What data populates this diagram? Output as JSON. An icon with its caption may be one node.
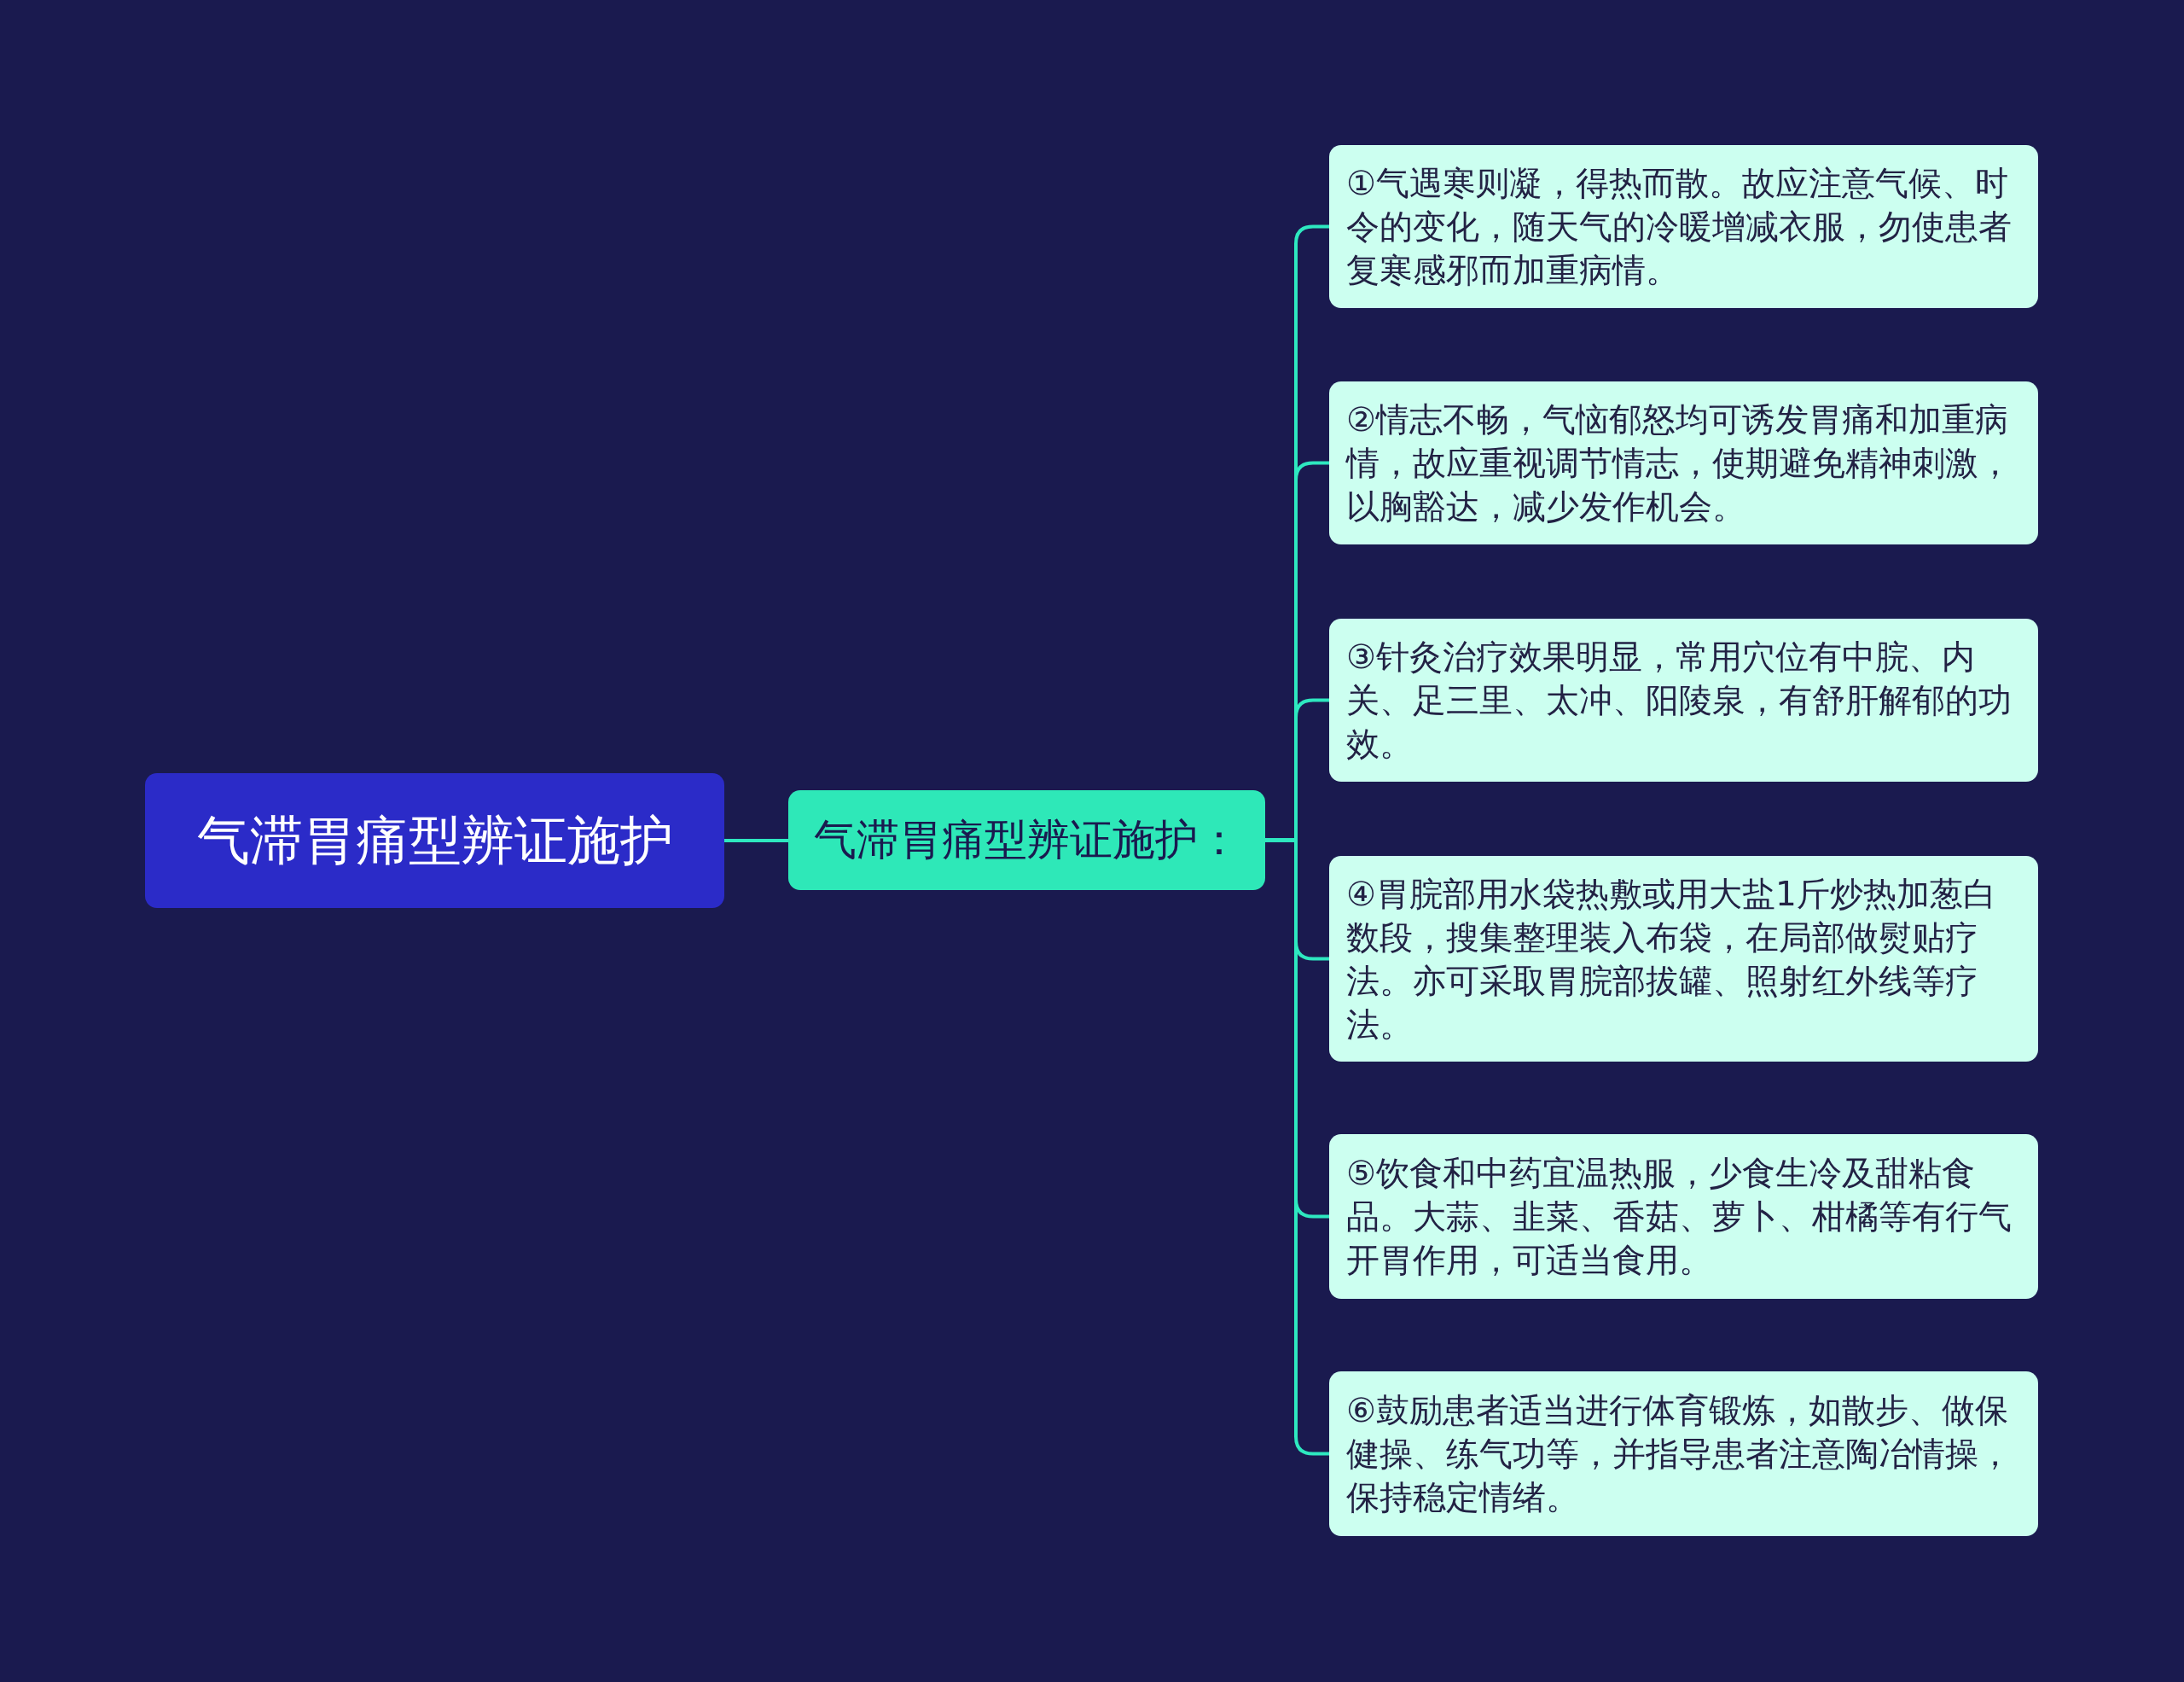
{
  "diagram": {
    "nodes": [
      {
        "text": [
          "气滞胃痛型辨证施护"
        ]
      },
      {
        "text": [
          "气滞胃痛型辨证施护："
        ]
      },
      {
        "text": [
          "①气遇寒则凝，得热而散。故应注意气候、时令的变化，随天气的冷暖增减衣服，勿使患者复寒感邪而加重病情。"
        ]
      },
      {
        "text": [
          "②情志不畅，气恼郁怒均可诱发胃痛和加重病情，故应重视调节情志，使期避免精神刺激，以胸豁达，减少发作机会。"
        ]
      },
      {
        "text": [
          "③针灸治疗效果明显，常用穴位有中脘、内关、足三里、太冲、阳陵泉，有舒肝解郁的功效。"
        ]
      },
      {
        "text": [
          "④胃脘部用水袋热敷或用大盐1斤炒热加葱白数段，搜集整理装入布袋，在局部做熨贴疗法。亦可采取胃脘部拔罐、照射红外线等疗法。"
        ]
      },
      {
        "text": [
          "⑤饮食和中药宜温热服，少食生冷及甜粘食品。大蒜、韭菜、香菇、萝卜、柑橘等有行气开胃作用，可适当食用。"
        ]
      },
      {
        "text": [
          "⑥鼓励患者适当进行体育锻炼，如散步、做保健操、练气功等，并指导患者注意陶冶情操，保持稳定情绪。"
        ]
      }
    ],
    "edges": [
      {
        "from": 0,
        "to": 1,
        "arrow": "none"
      },
      {
        "from": 1,
        "to": 2,
        "arrow": "none"
      },
      {
        "from": 1,
        "to": 3,
        "arrow": "none"
      },
      {
        "from": 1,
        "to": 4,
        "arrow": "none"
      },
      {
        "from": 1,
        "to": 5,
        "arrow": "none"
      },
      {
        "from": 1,
        "to": 6,
        "arrow": "none"
      },
      {
        "from": 1,
        "to": 7,
        "arrow": "none"
      }
    ]
  }
}
